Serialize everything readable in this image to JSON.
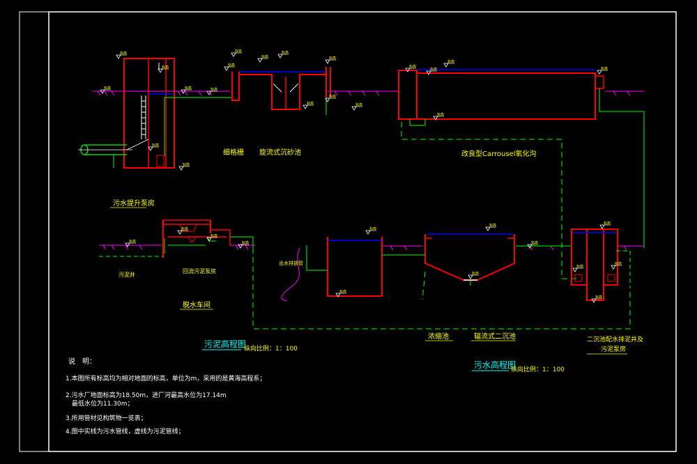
{
  "colors": {
    "background": "#000000",
    "frame": "#ffffff",
    "structure": "#ff0000",
    "pipe_water": "#00ff00",
    "ground": "#ff00ff",
    "water_surface": "#0000ff",
    "label": "#ffff00",
    "note_text": "#ffffff",
    "title": "#00ffff"
  },
  "labels": {
    "lift_pump_room": "污水提升泵房",
    "fine_screen": "细格栅",
    "grit_chamber": "旋流式沉砂池",
    "oxidation_ditch": "改良型Carrousel氧化沟",
    "sludge_well": "污泥井",
    "sludge_pump_room": "回流污泥泵房",
    "dewatering_room": "脱水车间",
    "sludge_thickener": "浓缩池",
    "secondary_clarifier": "辐流式二沉池",
    "return_pump_room_line1": "二沉池配水排泥井及",
    "return_pump_room_line2": "污泥泵房",
    "outfall": "出水排放管"
  },
  "titles": {
    "sludge_profile": "污泥高程图",
    "sludge_scale": "纵向比例：1：100",
    "sewage_profile": "污水高程图",
    "sewage_scale": "纵向比例：1：100"
  },
  "notes": {
    "heading": "说　明：",
    "items": [
      "1.本图所有标高均为相对地面的标高，单位为m，采用的是黄海高程系；",
      "2.污水厂地面标高为18.50m，进厂河最高水位为17.14m",
      "　最低水位为11.30m；",
      "3.所用管材见构筑物一览表；",
      "4.图中实线为污水管线，虚线为污泥管线；"
    ]
  },
  "elev_tag": "标高"
}
